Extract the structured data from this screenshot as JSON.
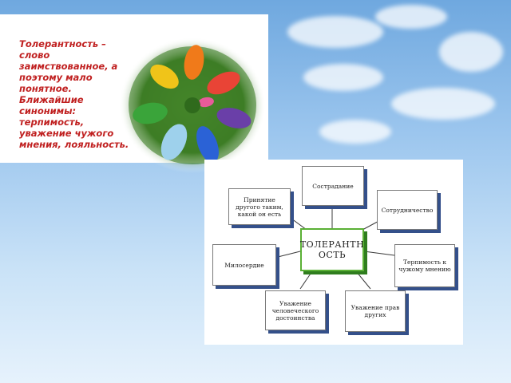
{
  "slide": {
    "quote": "Толерантность – слово заимствованное, а поэтому мало понятное. Ближайшие синонимы: терпимость, уважение чужого мнения, лояльность."
  },
  "hands_image": {
    "icon": "colorful-hands-circle",
    "colors": [
      "#e94436",
      "#f07a1a",
      "#f0c419",
      "#3aa43a",
      "#2b62d6",
      "#6a3fa8",
      "#9ed1ec",
      "#e85b9a"
    ]
  },
  "diagram": {
    "center": "ТОЛЕРАНТН ОСТЬ",
    "nodes": {
      "compassion": "Сострадание",
      "acceptance": "Принятие другого таким, какой он есть",
      "cooperation": "Сотрудничество",
      "mercy": "Милосердие",
      "tolerance_opinion": "Терпимость к чужому мнению",
      "dignity": "Уважение человеческого достоинства",
      "rights": "Уважение прав других"
    },
    "colors": {
      "node_shadow": "#34508a",
      "center_border": "#5ab035",
      "connector": "#3a3a3a"
    }
  }
}
